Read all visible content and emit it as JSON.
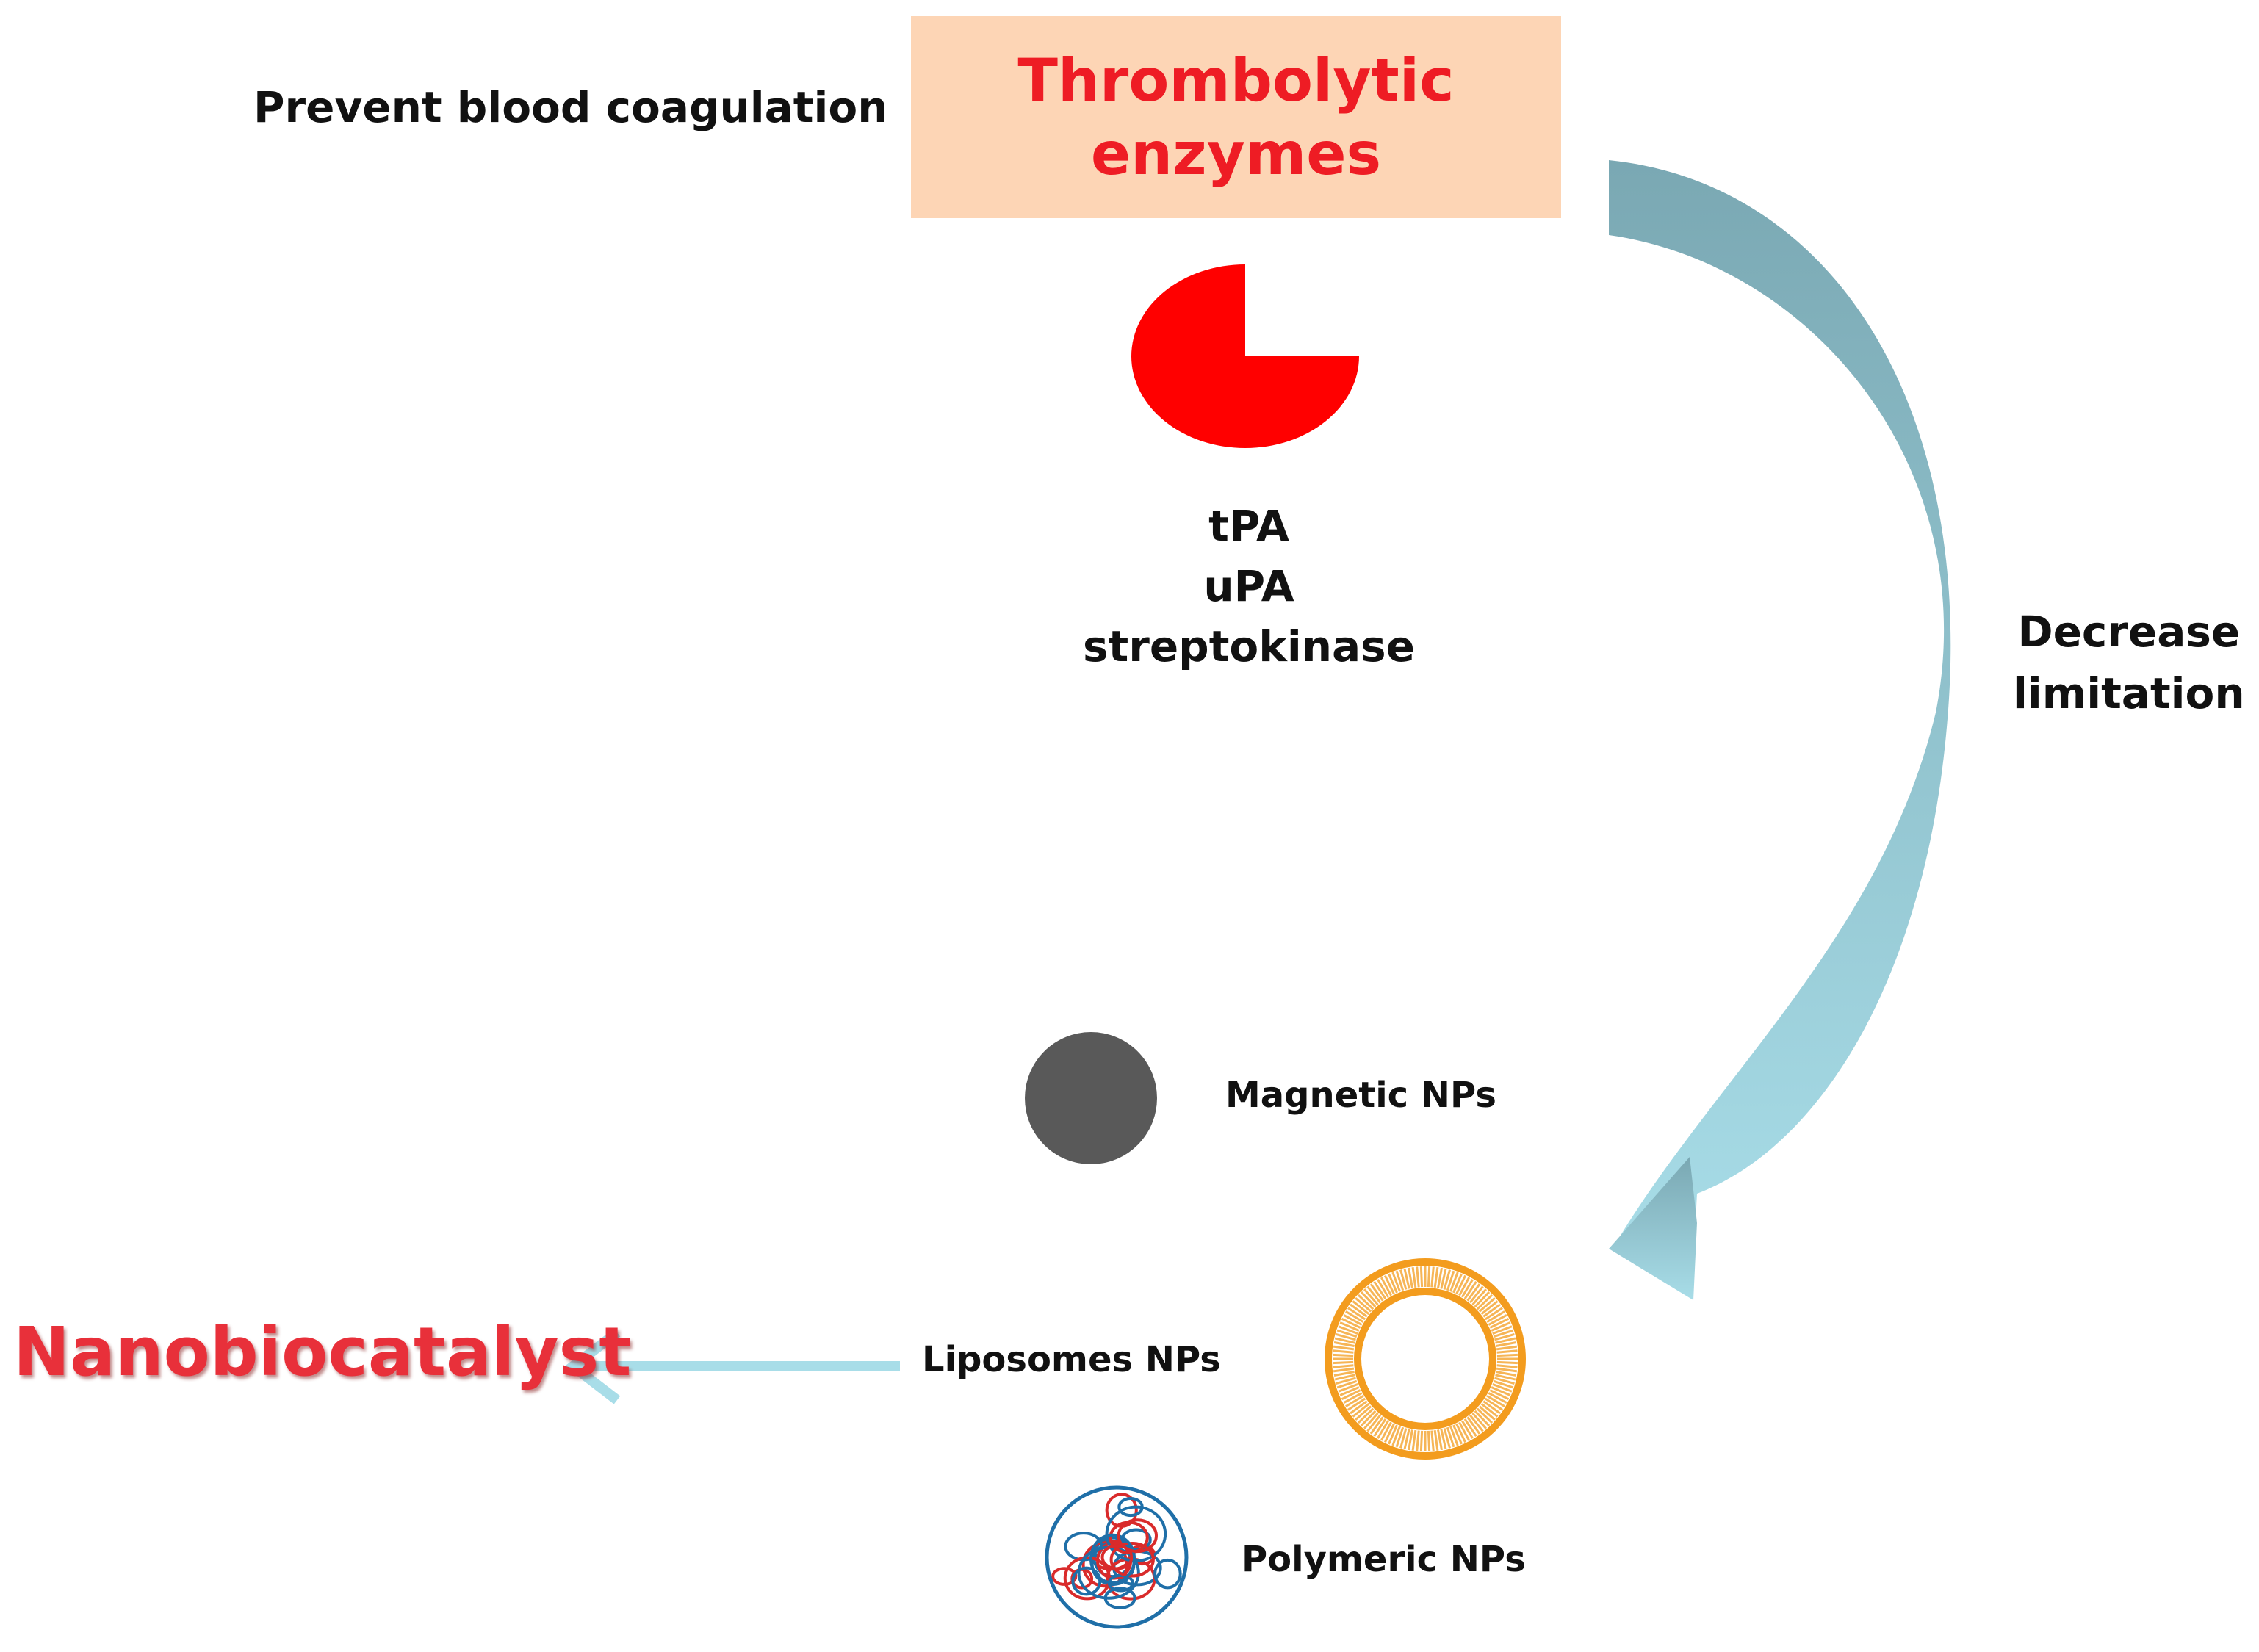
{
  "labels": {
    "prevent": "Prevent blood coagulation",
    "title": "Thrombolytic\nenzymes",
    "enzymes": [
      "tPA",
      "uPA",
      "streptokinase"
    ],
    "decrease": "Decrease\nlimitation",
    "magnetic": "Magnetic NPs",
    "liposomes": "Liposomes NPs",
    "polymeric": "Polymeric NPs",
    "nanobiocatalyst": "Nanobiocatalyst"
  },
  "colors": {
    "title_box": "#fdd5b5",
    "title_text": "#ee1c24",
    "enzyme_shape": "#ff0000",
    "curved_arrow_top": "#7aa8b3",
    "curved_arrow_bottom": "#a8dde8",
    "left_arrow": "#a8dde8",
    "magnetic_np": "#595959",
    "liposome": "#f39c1e",
    "polymer_red": "#d92b2b",
    "polymer_blue": "#1f6fa8",
    "nanobiocatalyst_text": "#e8303a"
  },
  "icons": {
    "enzyme": "pie-enzyme-icon",
    "magnetic": "magnetic-np-icon",
    "liposome": "liposome-icon",
    "polymeric": "polymeric-np-icon"
  }
}
